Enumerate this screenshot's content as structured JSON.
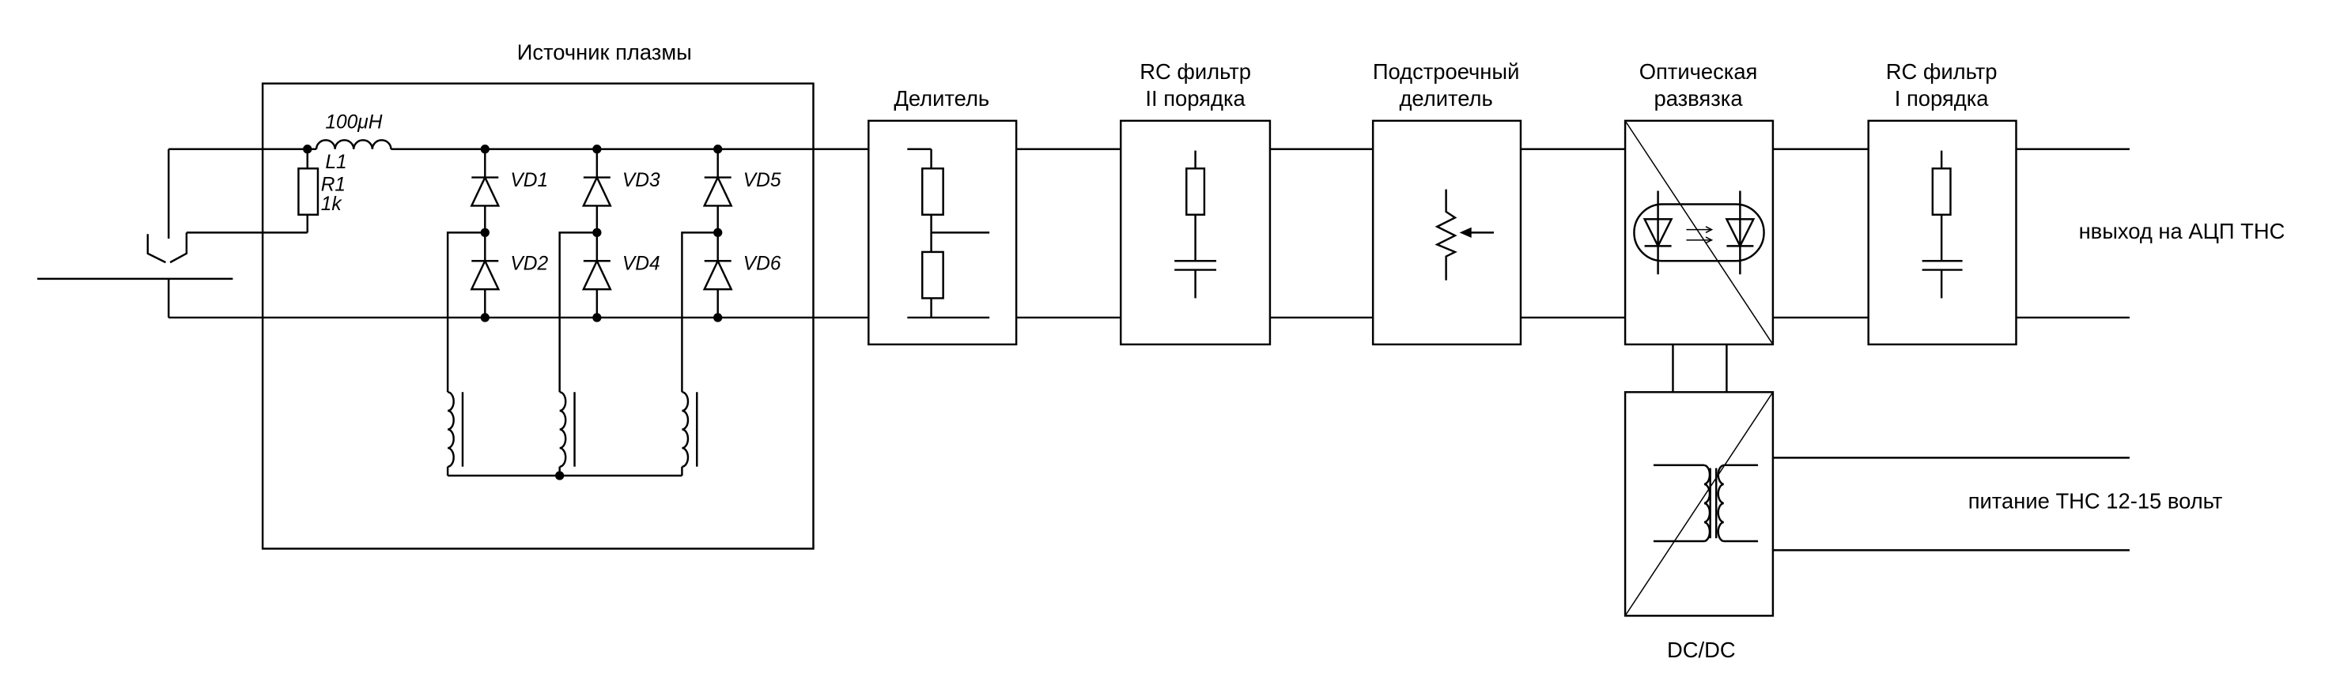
{
  "plasma_source": {
    "title": "Источник плазмы",
    "inductor_value": "100μH",
    "inductor_ref": "L1",
    "resistor_ref": "R1",
    "resistor_value": "1k",
    "diodes": [
      "VD1",
      "VD2",
      "VD3",
      "VD4",
      "VD5",
      "VD6"
    ]
  },
  "blocks": {
    "divider": "Делитель",
    "rc2_line1": "RC фильтр",
    "rc2_line2": "II порядка",
    "trim_line1": "Подстроечный",
    "trim_line2": "делитель",
    "opto_line1": "Оптическая",
    "opto_line2": "развязка",
    "rc1_line1": "RC фильтр",
    "rc1_line2": "I порядка",
    "dcdc": "DC/DC"
  },
  "outputs": {
    "adc": "нвыход на АЦП ТНС",
    "power": "питание ТНС 12-15 вольт"
  }
}
